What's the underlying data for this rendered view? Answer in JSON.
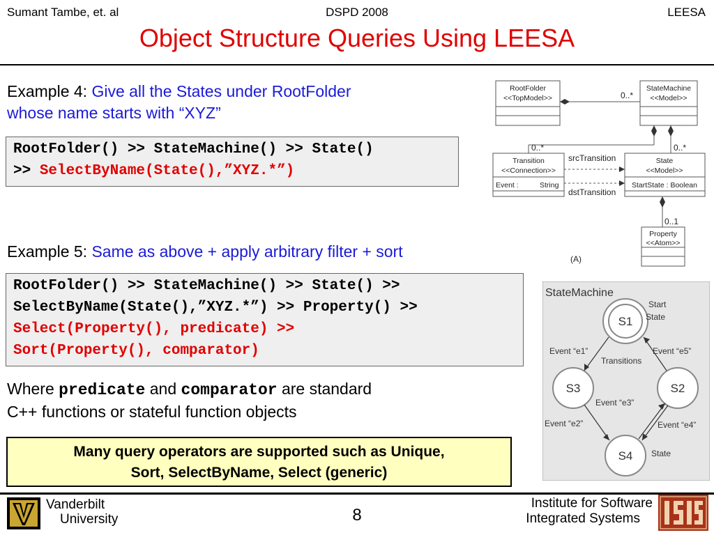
{
  "header": {
    "author": "Sumant Tambe, et. al",
    "conference": "DSPD 2008",
    "topic": "LEESA"
  },
  "title": "Object Structure Queries Using LEESA",
  "example4": {
    "label": "Example 4:",
    "desc_line1": "Give all the States under RootFolder",
    "desc_line2": "whose name starts with “XYZ”",
    "code_line1": "RootFolder() >> StateMachine() >> State()",
    "code_line2_prefix": ">> ",
    "code_line2_red": "SelectByName(State(),”XYZ.*”)"
  },
  "example5": {
    "label": "Example 5:",
    "desc": "Same as above + apply arbitrary filter + sort",
    "code_line1": "RootFolder() >> StateMachine() >> State() >>",
    "code_line2": "SelectByName(State(),”XYZ.*”) >> Property() >>",
    "code_line3": "Select(Property(), predicate) >>",
    "code_line4": "Sort(Property(), comparator)"
  },
  "where": {
    "w1": "Where ",
    "predicate": "predicate",
    "w2": " and ",
    "comparator": "comparator",
    "w3": " are standard",
    "line2": "C++ functions or stateful function objects"
  },
  "summary": {
    "line1": "Many query operators are supported such as Unique,",
    "line2": "Sort, SelectByName, Select (generic)"
  },
  "uml": {
    "rootfolder_name": "RootFolder",
    "rootfolder_stereo": "<<TopModel>>",
    "statemachine_name": "StateMachine",
    "statemachine_stereo": "<<Model>>",
    "transition_name": "Transition",
    "transition_stereo": "<<Connection>>",
    "transition_attr_name": "Event :",
    "transition_attr_type": "String",
    "state_name": "State",
    "state_stereo": "<<Model>>",
    "state_attr": "StartState : Boolean",
    "property_name": "Property",
    "property_stereo": "<<Atom>>",
    "mult_root_sm": "0..*",
    "mult_sm_transition": "0..*",
    "mult_sm_state": "0..*",
    "mult_state_property": "0..1",
    "src_transition": "srcTransition",
    "dst_transition": "dstTransition",
    "caption": "(A)"
  },
  "statemachine_diagram": {
    "title": "StateMachine",
    "s1": "S1",
    "s2": "S2",
    "s3": "S3",
    "s4": "S4",
    "start_state": "Start",
    "start_state2": "State",
    "transitions": "Transitions",
    "event_e1": "Event “e1”",
    "event_e5": "Event “e5”",
    "event_e3": "Event “e3”",
    "event_e2": "Event “e2”",
    "event_e4": "Event “e4”",
    "state_label": "State"
  },
  "footer": {
    "left_line1": "Vanderbilt",
    "left_line2": "University",
    "page": "8",
    "right_line1": "Institute for Software",
    "right_line2": "Integrated Systems"
  },
  "colors": {
    "title_red": "#e00000",
    "desc_blue": "#1a1ad8",
    "summary_bg": "#ffffc0"
  }
}
